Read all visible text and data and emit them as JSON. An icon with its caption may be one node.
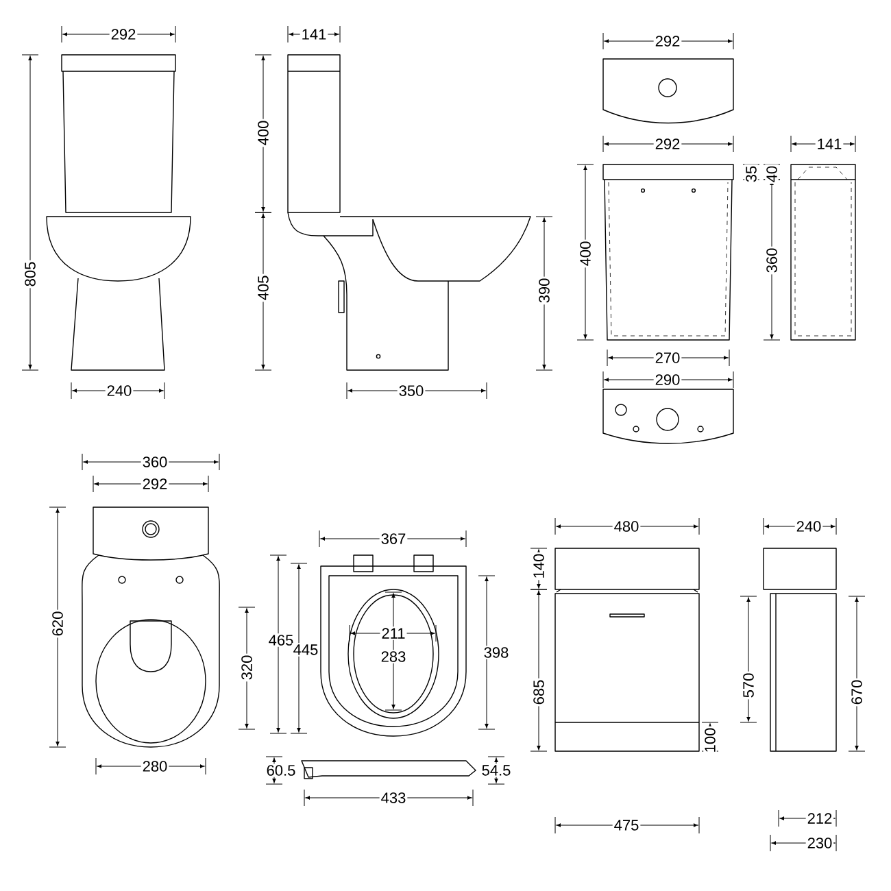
{
  "diagram": {
    "labels": [
      "292",
      "141",
      "292",
      "805",
      "400",
      "292",
      "141",
      "35",
      "40",
      "400",
      "360",
      "405",
      "390",
      "240",
      "350",
      "270",
      "290",
      "360",
      "292",
      "367",
      "480",
      "240",
      "140",
      "620",
      "465",
      "445",
      "211",
      "283",
      "398",
      "320",
      "685",
      "570",
      "670",
      "100",
      "280",
      "60.5",
      "54.5",
      "433",
      "475",
      "212",
      "230"
    ]
  }
}
